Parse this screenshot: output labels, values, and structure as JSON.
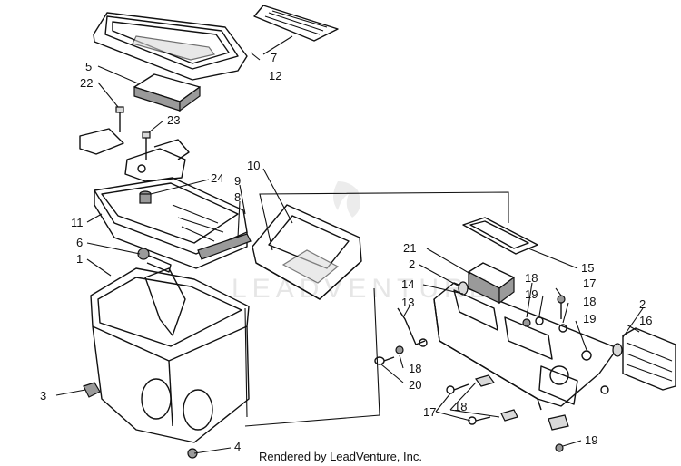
{
  "watermark": "LEADVENTURE",
  "credit": "Rendered by LeadVenture, Inc.",
  "callouts": {
    "c1": "1",
    "c2a": "2",
    "c2b": "2",
    "c3": "3",
    "c4": "4",
    "c5": "5",
    "c6": "6",
    "c7": "7",
    "c8": "8",
    "c9": "9",
    "c10": "10",
    "c11": "11",
    "c12": "12",
    "c13": "13",
    "c14": "14",
    "c15": "15",
    "c16": "16",
    "c17a": "17",
    "c17b": "17",
    "c18a": "18",
    "c18b": "18",
    "c18c": "18",
    "c18d": "18",
    "c19a": "19",
    "c19b": "19",
    "c19c": "19",
    "c20": "20",
    "c21": "21",
    "c22": "22",
    "c23": "23",
    "c24": "24"
  }
}
